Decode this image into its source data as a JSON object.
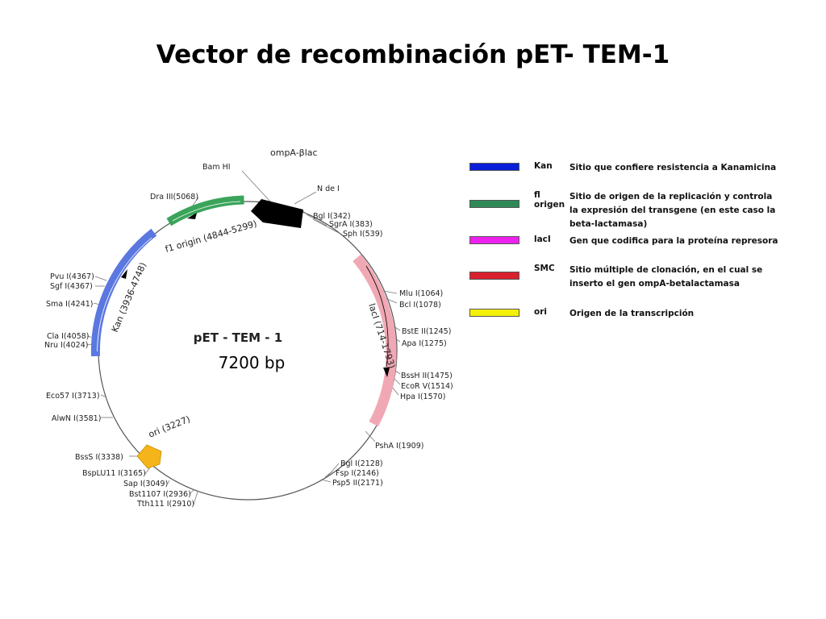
{
  "title": "Vector de recombinación pET- TEM-1",
  "map": {
    "name": "pET - TEM - 1",
    "size": "7200 bp",
    "features": {
      "ompa": "ompA-βlac",
      "f1": "f1 origin (4844-5299)",
      "kan": "Kan (3936-4748)",
      "laci": "lacI (714-1793)",
      "ori": "ori (3227)"
    },
    "sites": {
      "bamhi": "Bam HI",
      "ndei": "N de I",
      "bgli342": "Bgl I(342)",
      "sgra": "SgrA I(383)",
      "sphi": "Sph I(539)",
      "mlui": "Mlu I(1064)",
      "bcli": "Bcl I(1078)",
      "bste": "BstE II(1245)",
      "apai": "Apa I(1275)",
      "bssh": "BssH II(1475)",
      "ecorv": "EcoR V(1514)",
      "hpai": "Hpa I(1570)",
      "psha": "PshA I(1909)",
      "bgli2128": "Bgl I(2128)",
      "fspi": "Fsp I(2146)",
      "psp5": "Psp5 II(2171)",
      "tth111": "Tth111 I(2910)",
      "bst1107": "Bst1107 I(2936)",
      "sapi": "Sap I(3049)",
      "bsplu11": "BspLU11 I(3165)",
      "bsssi": "BssS I(3338)",
      "alwni": "AlwN I(3581)",
      "eco57": "Eco57 I(3713)",
      "nrui": "Nru I(4024)",
      "clai": "Cla I(4058)",
      "smai": "Sma I(4241)",
      "sgfi": "Sgf I(4367)",
      "pvui": "Pvu I(4367)",
      "draiii": "Dra III(5068)"
    }
  },
  "legend": [
    {
      "key": "Kan",
      "desc": "Sitio que confiere resistencia a Kanamicina",
      "color": "#0a1fd8"
    },
    {
      "key": "fl origen",
      "desc": "Sitio de origen de la replicación y controla la expresión del transgene (en este caso la beta-lactamasa)",
      "color": "#2e8b57"
    },
    {
      "key": "lacI",
      "desc": "Gen que codifica para la proteína represora",
      "color": "#ee22ee"
    },
    {
      "key": "SMC",
      "desc": "Sitio múltiple de clonación, en el cual se inserto el gen ompA-betalactamasa",
      "color": "#d8202e"
    },
    {
      "key": "ori",
      "desc": "Origen de la transcripción",
      "color": "#f5f00a"
    }
  ],
  "colors": {
    "kan_fill": "#5b78e0",
    "f1_fill": "#3aa55a",
    "laci_fill": "#f0a8b4",
    "ompa_fill": "#000000",
    "ori_fill": "#f4b41a"
  }
}
